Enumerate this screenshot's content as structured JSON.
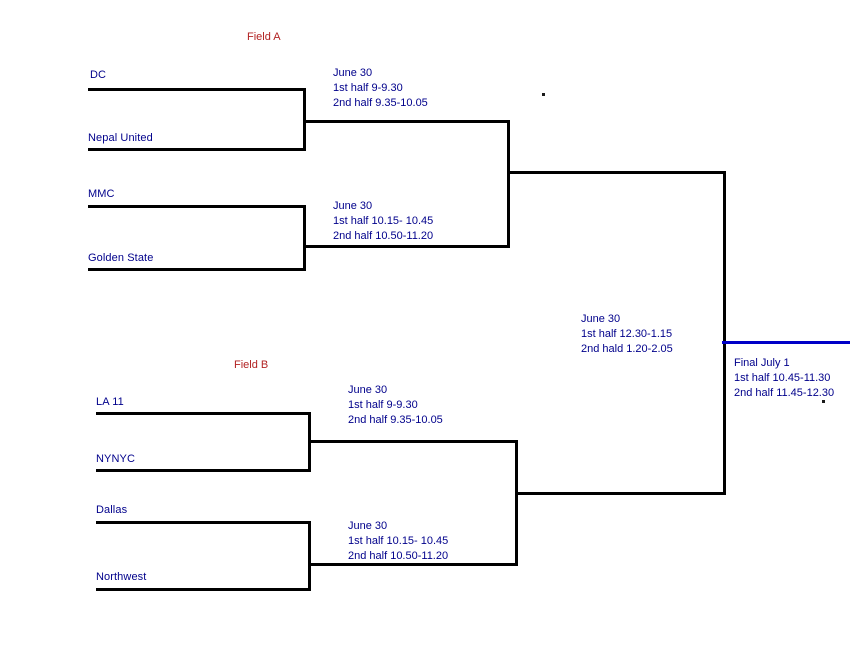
{
  "page": {
    "title": "Tournament Bracket",
    "background": "#ffffff",
    "line_color": "#000000",
    "final_line_color": "#0000c8",
    "team_text_color": "#00008b",
    "field_text_color": "#b22222"
  },
  "fields": {
    "a": {
      "label": "Field A"
    },
    "b": {
      "label": "Field B"
    }
  },
  "teams": {
    "dc": "DC",
    "nepal_united": "Nepal United",
    "mmc": "MMC",
    "golden_state": "Golden State",
    "la11": "LA 11",
    "nynyc": "NYNYC",
    "dallas": "Dallas",
    "northwest": "Northwest"
  },
  "matches": {
    "qf1": {
      "date": "June 30",
      "first_half": "1st half 9-9.30",
      "second_half": "2nd half 9.35-10.05"
    },
    "qf2": {
      "date": "June 30",
      "first_half": "1st half 10.15- 10.45",
      "second_half": "2nd half 10.50-11.20"
    },
    "qf3": {
      "date": "June 30",
      "first_half": "1st half 9-9.30",
      "second_half": "2nd half 9.35-10.05"
    },
    "qf4": {
      "date": "June 30",
      "first_half": "1st half 10.15- 10.45",
      "second_half": "2nd half 10.50-11.20"
    },
    "semifinal": {
      "date": "June 30",
      "first_half": "1st half 12.30-1.15",
      "second_half": "2nd hald 1.20-2.05"
    },
    "final": {
      "date": "Final July 1",
      "first_half": "1st half 10.45-11.30",
      "second_half": "2nd half 11.45-12.30"
    }
  }
}
